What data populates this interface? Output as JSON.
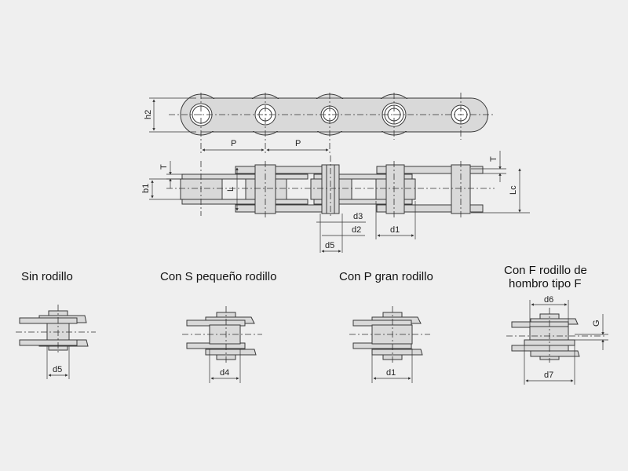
{
  "top_view": {
    "h2": "h2",
    "p1": "P",
    "p2": "P"
  },
  "side_view": {
    "t_left": "T",
    "b1": "b1",
    "l": "L",
    "t_right": "T",
    "lc": "Lc",
    "d3": "d3",
    "d2": "d2",
    "d1": "d1",
    "d5": "d5"
  },
  "variants": [
    {
      "title": "Sin rodillo",
      "dim": "d5"
    },
    {
      "title": "Con S pequeño rodillo",
      "dim": "d4"
    },
    {
      "title": "Con P gran rodillo",
      "dim": "d1"
    },
    {
      "title_line1": "Con F rodillo de",
      "title_line2": "hombro tipo F",
      "dim_top": "d6",
      "dim_bottom": "d7",
      "dim_side": "G"
    }
  ],
  "colors": {
    "background": "#efefef",
    "part_fill": "#d9d9d9",
    "line": "#3a3a3a"
  }
}
